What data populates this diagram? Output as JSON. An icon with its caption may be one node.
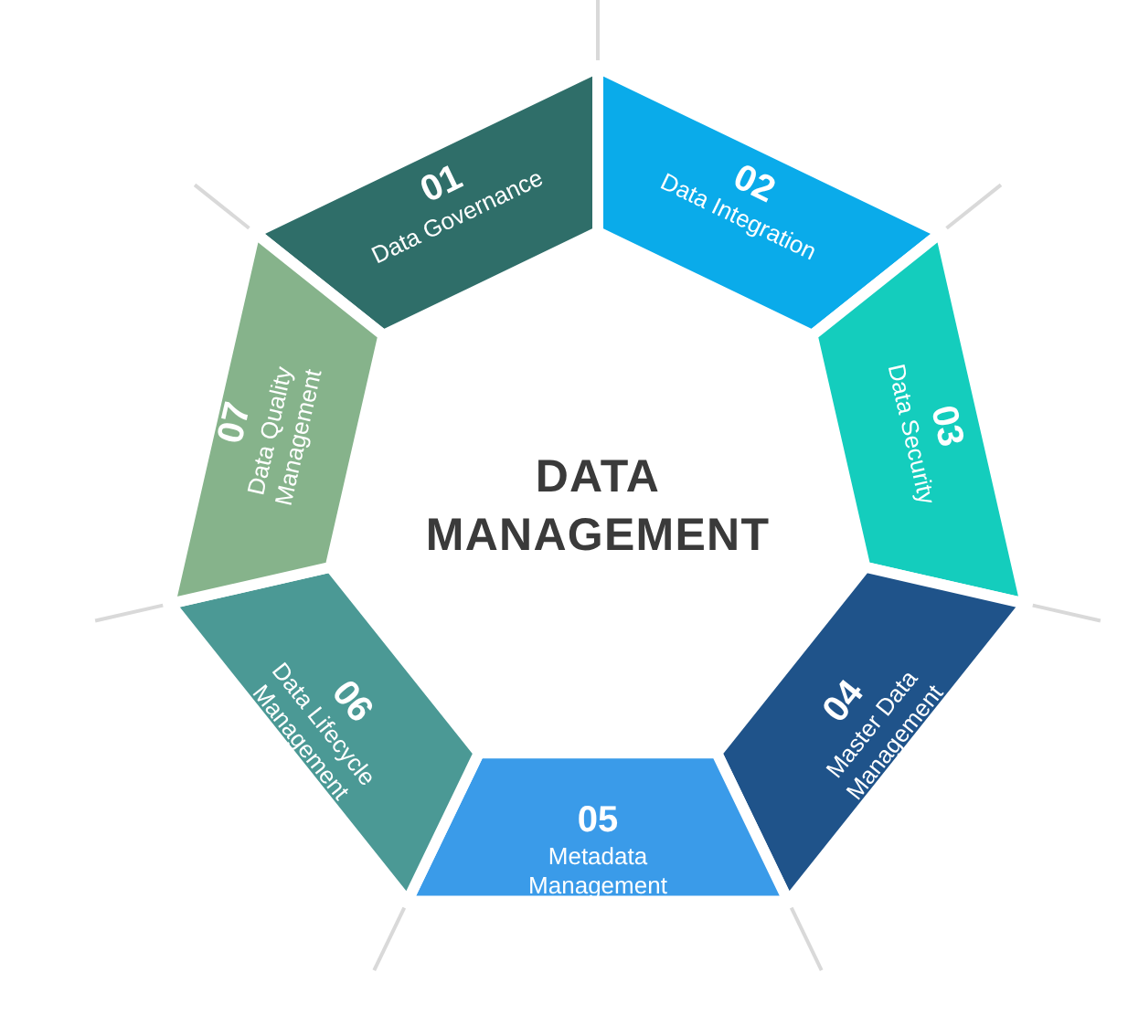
{
  "diagram": {
    "title": "DATA MANAGEMENT",
    "nodes": [
      {
        "text": [
          "01",
          "Data Governance"
        ]
      },
      {
        "text": [
          "02",
          "Data Integration"
        ]
      },
      {
        "text": [
          "03",
          "Data Security"
        ]
      },
      {
        "text": [
          "04",
          "Master Data Management"
        ]
      },
      {
        "text": [
          "05",
          "Metadata Management"
        ]
      },
      {
        "text": [
          "06",
          "Data Lifecycle Management"
        ]
      },
      {
        "text": [
          "07",
          "Data Quality Management"
        ]
      }
    ]
  }
}
